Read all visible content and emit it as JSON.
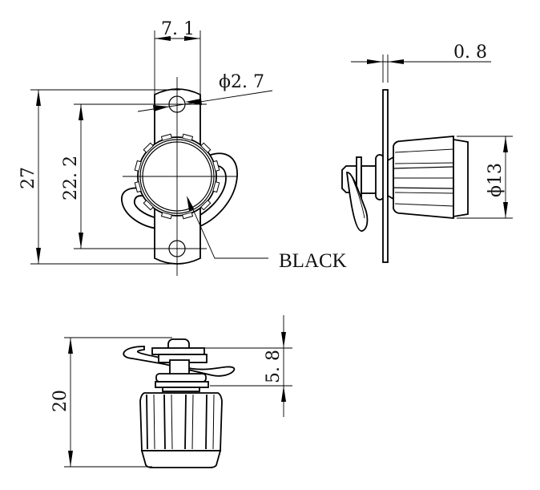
{
  "drawing": {
    "line_color": "#000000",
    "front_view": {
      "width_dim": "7. 1",
      "hole_dim": "ϕ2. 7",
      "overall_height_dim": "27",
      "hole_spacing_dim": "22. 2",
      "color_note": "BLACK"
    },
    "side_view": {
      "plate_thickness_dim": "0. 8",
      "knob_diameter_dim": "ϕ13"
    },
    "bottom_view": {
      "overall_height_dim": "20",
      "clip_height_dim": "5. 8"
    }
  }
}
